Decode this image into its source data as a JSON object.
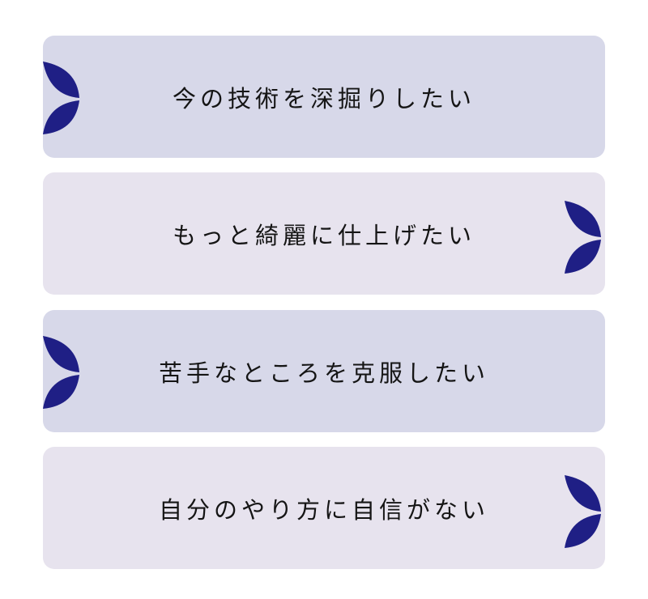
{
  "items": [
    {
      "label": "今の技術を深掘りしたい"
    },
    {
      "label": "もっと綺麗に仕上げたい"
    },
    {
      "label": "苦手なところを克服したい"
    },
    {
      "label": "自分のやり方に自信がない"
    }
  ],
  "colors": {
    "card_a": "#d7d8e9",
    "card_b": "#e7e3ee",
    "leaf": "#1f1f85"
  }
}
